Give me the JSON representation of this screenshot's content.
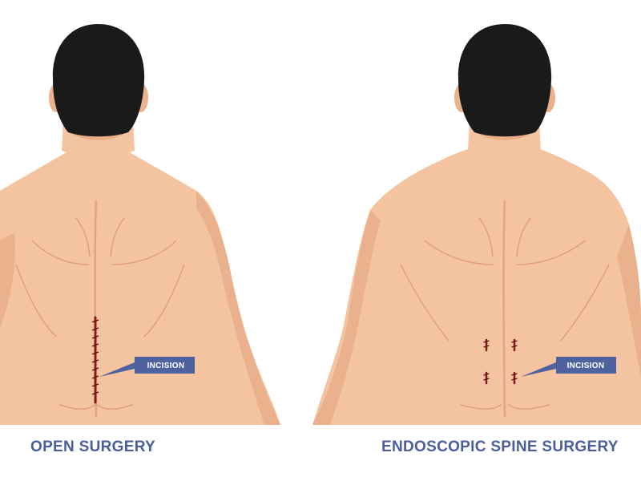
{
  "panels": [
    {
      "caption": "OPEN SURGERY",
      "callout": "INCISION"
    },
    {
      "caption": "ENDOSCOPIC SPINE SURGERY",
      "callout": "INCISION"
    }
  ],
  "colors": {
    "skin": "#f4c4a0",
    "skin_shadow": "#e8ad86",
    "skin_line": "#dfa07a",
    "hair": "#1a1a1a",
    "incision": "#8b1a1a",
    "callout": "#4e62a0",
    "caption": "#4a5f9a"
  }
}
